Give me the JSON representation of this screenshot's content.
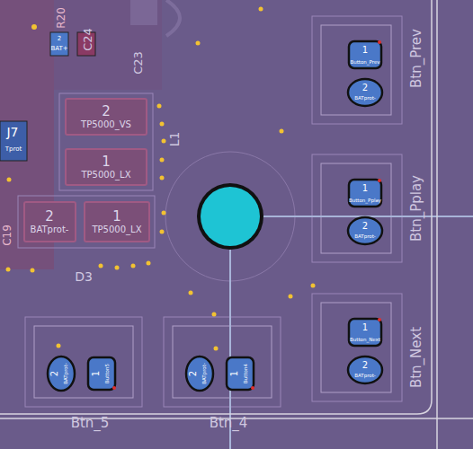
{
  "diagram": {
    "nodes": [
      {
        "text": [
          "2",
          "TP5000_VS"
        ]
      },
      {
        "text": [
          "1",
          "TP5000_LX"
        ]
      },
      {
        "text": [
          "2",
          "BATprot-"
        ]
      },
      {
        "text": [
          "1",
          "TP5000_LX"
        ]
      }
    ],
    "labels": [
      "R20",
      "2",
      "BAT+",
      "C24",
      "C23",
      "L1",
      "J7",
      "Tprot",
      "C19",
      "D3",
      "Btn_Prev",
      "Btn_Pplay",
      "Btn_Next",
      "Btn_5",
      "Btn_4",
      "1",
      "Button_Prev",
      "2",
      "BATprot-",
      "1",
      "Button_Pplay",
      "2",
      "BATprot-",
      "1",
      "Button_Next",
      "2",
      "BATprot-",
      "2",
      "BATprot-",
      "1",
      "Button5",
      "2",
      "BATprot-",
      "1",
      "Button4"
    ]
  }
}
